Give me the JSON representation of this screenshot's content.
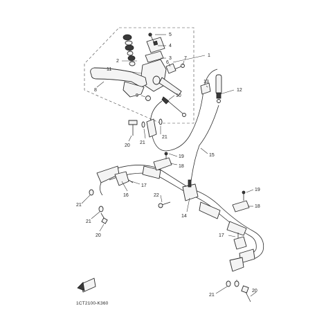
{
  "diagram": {
    "code": "1CT2100-K360",
    "callouts": [
      "1",
      "2",
      "3",
      "4",
      "5",
      "6",
      "7",
      "8",
      "9",
      "10",
      "11",
      "12",
      "13",
      "14",
      "15",
      "16",
      "17",
      "17",
      "18",
      "18",
      "19",
      "19",
      "20",
      "20",
      "20",
      "21",
      "21",
      "21",
      "21",
      "21",
      "22"
    ]
  }
}
